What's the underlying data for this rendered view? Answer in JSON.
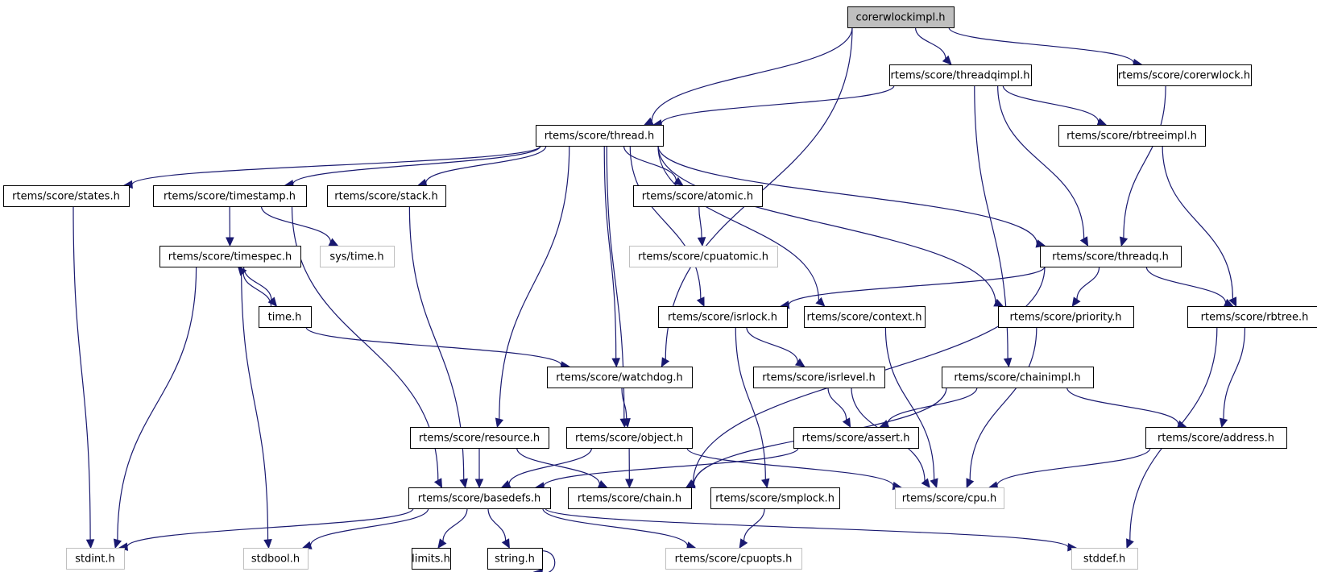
{
  "title": "corerwlockimpl.h include dependency graph",
  "colors": {
    "edge": "#191970",
    "root_fill": "#bfbfbf",
    "node_border": "#000000",
    "external_border": "#bfbfbf"
  },
  "nodes": [
    {
      "id": "root",
      "label": "corerwlockimpl.h",
      "kind": "root"
    },
    {
      "id": "threadqimpl",
      "label": "rtems/score/threadqimpl.h",
      "kind": "doc"
    },
    {
      "id": "corerwlock",
      "label": "rtems/score/corerwlock.h",
      "kind": "doc"
    },
    {
      "id": "thread",
      "label": "rtems/score/thread.h",
      "kind": "doc"
    },
    {
      "id": "rbtreeimpl",
      "label": "rtems/score/rbtreeimpl.h",
      "kind": "doc"
    },
    {
      "id": "states",
      "label": "rtems/score/states.h",
      "kind": "doc"
    },
    {
      "id": "timestamp",
      "label": "rtems/score/timestamp.h",
      "kind": "doc"
    },
    {
      "id": "stack",
      "label": "rtems/score/stack.h",
      "kind": "doc"
    },
    {
      "id": "atomic",
      "label": "rtems/score/atomic.h",
      "kind": "doc"
    },
    {
      "id": "timespec",
      "label": "rtems/score/timespec.h",
      "kind": "doc"
    },
    {
      "id": "systime",
      "label": "sys/time.h",
      "kind": "ext"
    },
    {
      "id": "cpuatomic",
      "label": "rtems/score/cpuatomic.h",
      "kind": "ext"
    },
    {
      "id": "threadq",
      "label": "rtems/score/threadq.h",
      "kind": "doc"
    },
    {
      "id": "timeh",
      "label": "time.h",
      "kind": "doc"
    },
    {
      "id": "isrlock",
      "label": "rtems/score/isrlock.h",
      "kind": "doc"
    },
    {
      "id": "context",
      "label": "rtems/score/context.h",
      "kind": "doc"
    },
    {
      "id": "priority",
      "label": "rtems/score/priority.h",
      "kind": "doc"
    },
    {
      "id": "rbtree",
      "label": "rtems/score/rbtree.h",
      "kind": "doc"
    },
    {
      "id": "watchdog",
      "label": "rtems/score/watchdog.h",
      "kind": "doc"
    },
    {
      "id": "isrlevel",
      "label": "rtems/score/isrlevel.h",
      "kind": "doc"
    },
    {
      "id": "chainimpl",
      "label": "rtems/score/chainimpl.h",
      "kind": "doc"
    },
    {
      "id": "resource",
      "label": "rtems/score/resource.h",
      "kind": "doc"
    },
    {
      "id": "object",
      "label": "rtems/score/object.h",
      "kind": "doc"
    },
    {
      "id": "assert",
      "label": "rtems/score/assert.h",
      "kind": "doc"
    },
    {
      "id": "address",
      "label": "rtems/score/address.h",
      "kind": "doc"
    },
    {
      "id": "basedefs",
      "label": "rtems/score/basedefs.h",
      "kind": "doc"
    },
    {
      "id": "chain",
      "label": "rtems/score/chain.h",
      "kind": "doc"
    },
    {
      "id": "smplock",
      "label": "rtems/score/smplock.h",
      "kind": "doc"
    },
    {
      "id": "cpu",
      "label": "rtems/score/cpu.h",
      "kind": "ext"
    },
    {
      "id": "stdint",
      "label": "stdint.h",
      "kind": "ext"
    },
    {
      "id": "stdbool",
      "label": "stdbool.h",
      "kind": "ext"
    },
    {
      "id": "limits",
      "label": "limits.h",
      "kind": "doc"
    },
    {
      "id": "string",
      "label": "string.h",
      "kind": "doc"
    },
    {
      "id": "cpuopts",
      "label": "rtems/score/cpuopts.h",
      "kind": "ext"
    },
    {
      "id": "stddef",
      "label": "stddef.h",
      "kind": "ext"
    }
  ],
  "edges": [
    [
      "root",
      "thread"
    ],
    [
      "root",
      "watchdog"
    ],
    [
      "root",
      "threadqimpl"
    ],
    [
      "root",
      "corerwlock"
    ],
    [
      "threadqimpl",
      "thread"
    ],
    [
      "threadqimpl",
      "rbtreeimpl"
    ],
    [
      "threadqimpl",
      "threadq"
    ],
    [
      "threadqimpl",
      "chainimpl"
    ],
    [
      "corerwlock",
      "threadq"
    ],
    [
      "rbtreeimpl",
      "rbtree"
    ],
    [
      "thread",
      "states"
    ],
    [
      "thread",
      "timestamp"
    ],
    [
      "thread",
      "stack"
    ],
    [
      "thread",
      "atomic"
    ],
    [
      "thread",
      "threadq"
    ],
    [
      "thread",
      "resource"
    ],
    [
      "thread",
      "object"
    ],
    [
      "thread",
      "watchdog"
    ],
    [
      "thread",
      "isrlock"
    ],
    [
      "thread",
      "context"
    ],
    [
      "thread",
      "priority"
    ],
    [
      "states",
      "stdint"
    ],
    [
      "timestamp",
      "timespec"
    ],
    [
      "timestamp",
      "systime"
    ],
    [
      "timestamp",
      "basedefs"
    ],
    [
      "timespec",
      "timeh"
    ],
    [
      "timespec",
      "stdint"
    ],
    [
      "timespec",
      "stdbool"
    ],
    [
      "timeh",
      "timespec"
    ],
    [
      "timeh",
      "watchdog"
    ],
    [
      "stack",
      "basedefs"
    ],
    [
      "atomic",
      "cpuatomic"
    ],
    [
      "threadq",
      "isrlock"
    ],
    [
      "threadq",
      "priority"
    ],
    [
      "threadq",
      "rbtree"
    ],
    [
      "threadq",
      "chain"
    ],
    [
      "isrlock",
      "isrlevel"
    ],
    [
      "isrlock",
      "smplock"
    ],
    [
      "context",
      "cpu"
    ],
    [
      "priority",
      "cpu"
    ],
    [
      "rbtree",
      "address"
    ],
    [
      "rbtree",
      "stddef"
    ],
    [
      "watchdog",
      "object"
    ],
    [
      "isrlevel",
      "assert"
    ],
    [
      "isrlevel",
      "cpu"
    ],
    [
      "chainimpl",
      "assert"
    ],
    [
      "chainimpl",
      "address"
    ],
    [
      "chainimpl",
      "chain"
    ],
    [
      "resource",
      "basedefs"
    ],
    [
      "resource",
      "chain"
    ],
    [
      "object",
      "basedefs"
    ],
    [
      "object",
      "chain"
    ],
    [
      "object",
      "cpu"
    ],
    [
      "assert",
      "basedefs"
    ],
    [
      "address",
      "cpu"
    ],
    [
      "basedefs",
      "stdint"
    ],
    [
      "basedefs",
      "stdbool"
    ],
    [
      "basedefs",
      "limits"
    ],
    [
      "basedefs",
      "string"
    ],
    [
      "basedefs",
      "cpuopts"
    ],
    [
      "basedefs",
      "stddef"
    ],
    [
      "smplock",
      "cpuopts"
    ],
    [
      "string",
      "string"
    ]
  ]
}
